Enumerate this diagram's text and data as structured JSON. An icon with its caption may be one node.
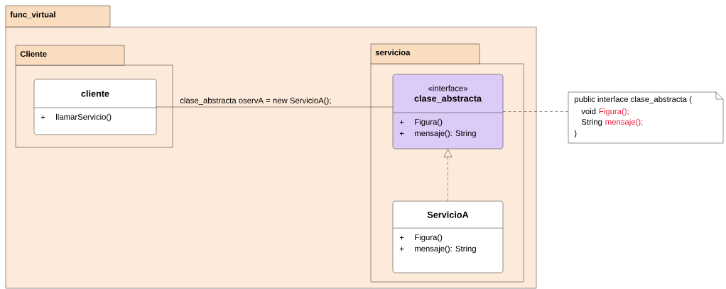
{
  "diagram": {
    "nodes": [
      {
        "text": [
          "func_virtual"
        ]
      },
      {
        "text": [
          "Cliente"
        ],
        "in": 0
      },
      {
        "text": [
          "cliente",
          "+",
          "llamarServicio()"
        ],
        "in": 1
      },
      {
        "text": [
          "servicioa"
        ],
        "in": 0
      },
      {
        "text": [
          "«interface»",
          "clase_abstracta",
          "+",
          "Figura()",
          "+",
          "mensaje(): String"
        ],
        "in": 3
      },
      {
        "text": [
          "ServicioA",
          "+",
          "Figura()",
          "+",
          "mensaje(): String"
        ],
        "in": 3
      },
      {
        "text": [
          "public interface clase_abstracta (",
          "void",
          "Figura();",
          "String",
          "mensaje();",
          ")"
        ]
      }
    ],
    "edges": [
      {
        "from": 2,
        "to": 4,
        "arrow": "none",
        "label": "clase_abstracta oservA = new ServicioA();"
      },
      {
        "from": 5,
        "to": 4,
        "arrow": "to",
        "style": "dashed"
      },
      {
        "from": 4,
        "to": 6,
        "arrow": "none",
        "style": "dashed"
      }
    ]
  }
}
